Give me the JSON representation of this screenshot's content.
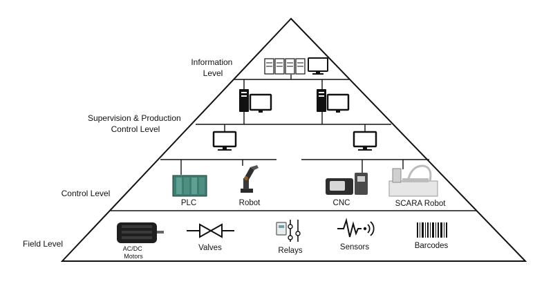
{
  "levels": {
    "information": [
      "Information",
      "Level"
    ],
    "supervision": [
      "Supervision & Production",
      "Control Level"
    ],
    "control": "Control Level",
    "field": "Field Level"
  },
  "control_devices": {
    "plc": "PLC",
    "robot": "Robot",
    "cnc": "CNC",
    "scara": "SCARA Robot"
  },
  "field_devices": {
    "motors": [
      "AC/DC",
      "Motors"
    ],
    "valves": "Valves",
    "relays": "Relays",
    "sensors": "Sensors",
    "barcodes": "Barcodes"
  },
  "icons": {
    "info_level": [
      "server-rack-icon",
      "server-rack-icon",
      "server-rack-icon",
      "server-rack-icon",
      "monitor-icon"
    ],
    "supervision_level": [
      "workstation-icon",
      "workstation-icon"
    ],
    "control_level_hmi": [
      "monitor-icon",
      "monitor-icon"
    ],
    "control_level": [
      "plc-icon",
      "robot-arm-icon",
      "cnc-machine-icon",
      "scara-robot-icon"
    ],
    "field_level": [
      "motor-icon",
      "valve-icon",
      "relay-icon",
      "sensor-icon",
      "barcode-icon"
    ]
  },
  "colors": {
    "stroke": "#111111",
    "plc": "#3d7d72",
    "robot": "#2b2b2b",
    "motor": "#1f1f1f"
  }
}
